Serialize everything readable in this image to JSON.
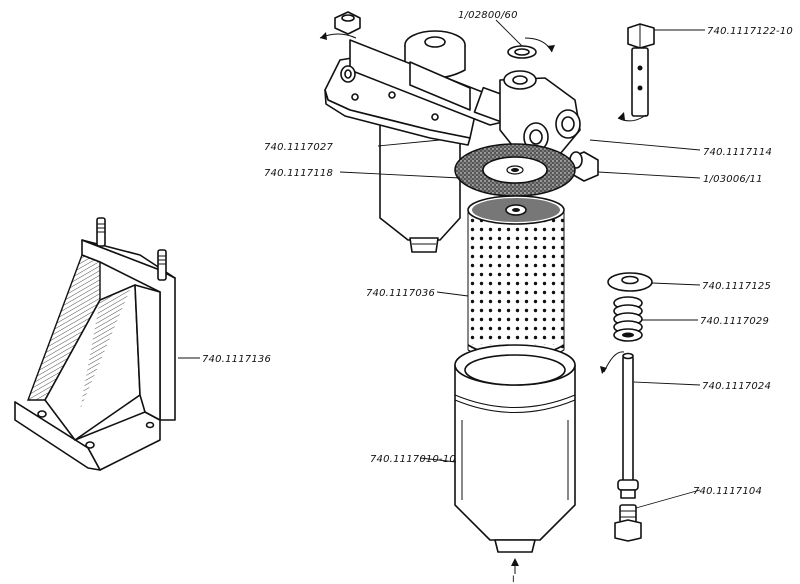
{
  "diagram": {
    "labels": {
      "p_1117122_10": "740.1117122-10",
      "p_1_02800_60": "1/02800/60",
      "p_1117027": "740.1117027",
      "p_1117114": "740.1117114",
      "p_1117118": "740.1117118",
      "p_1_03006_11": "1/03006/11",
      "p_1117125": "740.1117125",
      "p_1117029": "740.1117029",
      "p_1117036": "740.1117036",
      "p_1117136": "740.1117136",
      "p_1117024": "740.1117024",
      "p_1117010_10": "740.1117010-10",
      "p_1117104": "740.1117104",
      "bottom_marker": "I"
    }
  }
}
